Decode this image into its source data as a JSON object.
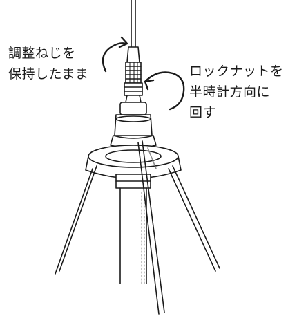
{
  "annotations": {
    "left": {
      "lines": [
        "調整ねじを",
        "保持したまま"
      ]
    },
    "right": {
      "lines": [
        "ロックナットを",
        "半時計方向に",
        "回す"
      ]
    }
  },
  "colors": {
    "line": "#1a1a1a",
    "fill": "#ffffff",
    "shade": "#8a8a8a"
  }
}
